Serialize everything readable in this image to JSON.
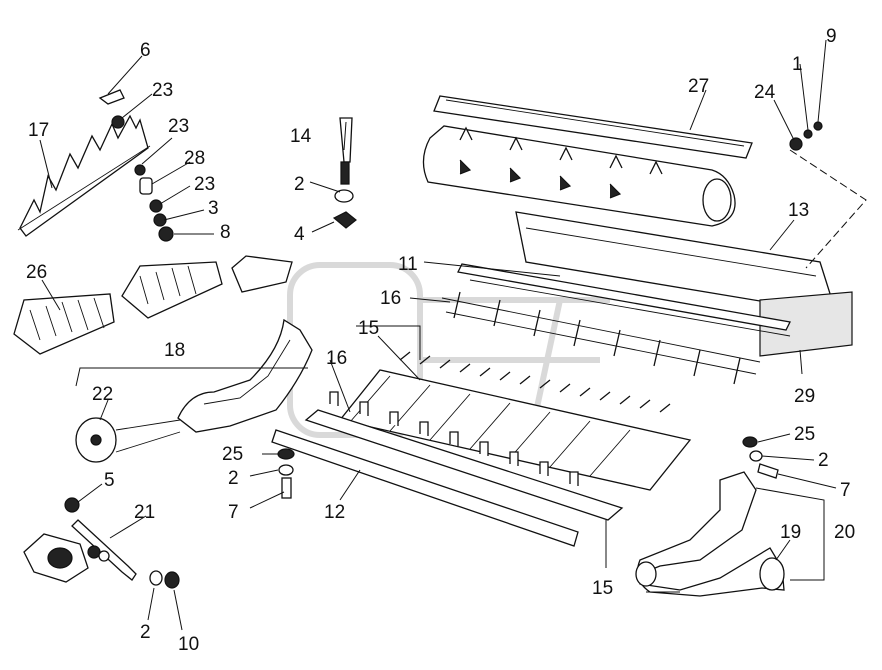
{
  "callouts": {
    "c6": "6",
    "c23a": "23",
    "c17": "17",
    "c23b": "23",
    "c28": "28",
    "c23c": "23",
    "c3": "3",
    "c8": "8",
    "c14": "14",
    "c2a": "2",
    "c4": "4",
    "c27": "27",
    "c9": "9",
    "c1": "1",
    "c24": "24",
    "c13": "13",
    "c11": "11",
    "c26": "26",
    "c16a": "16",
    "c15a": "15",
    "c18": "18",
    "c16b": "16",
    "c29": "29",
    "c22": "22",
    "c25a": "25",
    "c2b": "2",
    "c7a": "7",
    "c12": "12",
    "c25b": "25",
    "c2c": "2",
    "c7b": "7",
    "c5": "5",
    "c21": "21",
    "c20": "20",
    "c19": "19",
    "c15b": "15",
    "c2d": "2",
    "c10": "10"
  }
}
